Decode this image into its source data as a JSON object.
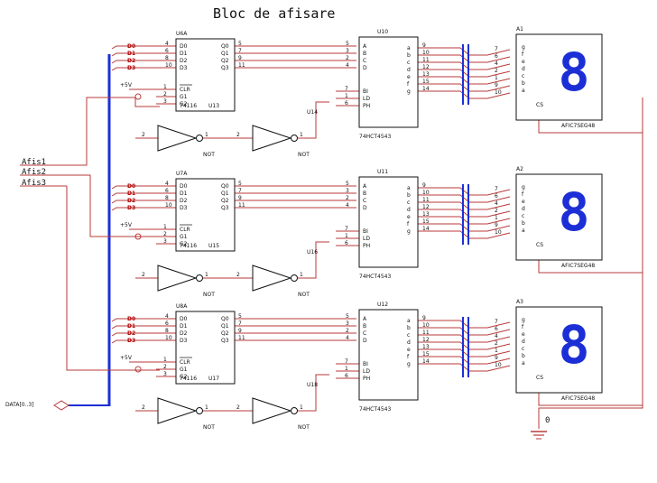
{
  "title": "Bloc de afisare",
  "colors": {
    "wire": "#b83a3a",
    "bus": "#1c2fd6",
    "segment": "#1c2fd6",
    "ink": "#111111"
  },
  "inputs": [
    "Afis1",
    "Afis2",
    "Afis3"
  ],
  "data_bus_label": "DATA[0..3]",
  "power_label": "+5V",
  "ground_label": "0",
  "bus_bits": [
    "D0",
    "D1",
    "D2",
    "D3"
  ],
  "latch": {
    "part": "74116",
    "pins_in": [
      "D0",
      "D1",
      "D2",
      "D3"
    ],
    "pins_out": [
      "Q0",
      "Q1",
      "Q2",
      "Q3"
    ],
    "ctrl": [
      "CLR",
      "G1",
      "G2"
    ]
  },
  "decoder": {
    "part": "74HCT4543",
    "pins_in": [
      "A",
      "B",
      "C",
      "D"
    ],
    "pins_out": [
      "a",
      "b",
      "c",
      "d",
      "e",
      "f",
      "g"
    ],
    "ctrl": [
      "BI",
      "LD",
      "PH"
    ]
  },
  "display": {
    "part": "AFIC7SEG48",
    "digit": "8",
    "segments": [
      "g",
      "f",
      "e",
      "d",
      "c",
      "b",
      "a"
    ],
    "cs": "CS"
  },
  "not_label": "NOT",
  "stages": [
    {
      "latch_ref": "U6A",
      "latch_ref2": "U13",
      "dec_ref": "U10",
      "disp_ref": "A1",
      "inv_ref": "U14",
      "latch_part_label": "74116"
    },
    {
      "latch_ref": "U7A",
      "latch_ref2": "U15",
      "dec_ref": "U11",
      "disp_ref": "A2",
      "inv_ref": "U16",
      "latch_part_label": "74116"
    },
    {
      "latch_ref": "U8A",
      "latch_ref2": "U17",
      "dec_ref": "U12",
      "disp_ref": "A3",
      "inv_ref": "U18",
      "latch_part_label": "74116"
    }
  ],
  "pin_numbers": {
    "latch_in": [
      "4",
      "6",
      "8",
      "10"
    ],
    "latch_ctrl": [
      "1",
      "2",
      "3"
    ],
    "latch_out": [
      "5",
      "7",
      "9",
      "11"
    ],
    "dec_in": [
      "5",
      "3",
      "2",
      "4"
    ],
    "dec_ctrl": [
      "7",
      "1",
      "6"
    ],
    "dec_out": [
      "9",
      "10",
      "11",
      "12",
      "13",
      "15",
      "14"
    ],
    "disp_in": [
      "7",
      "6",
      "4",
      "2",
      "1",
      "9",
      "10"
    ],
    "inv_pins": [
      "2",
      "1"
    ]
  }
}
